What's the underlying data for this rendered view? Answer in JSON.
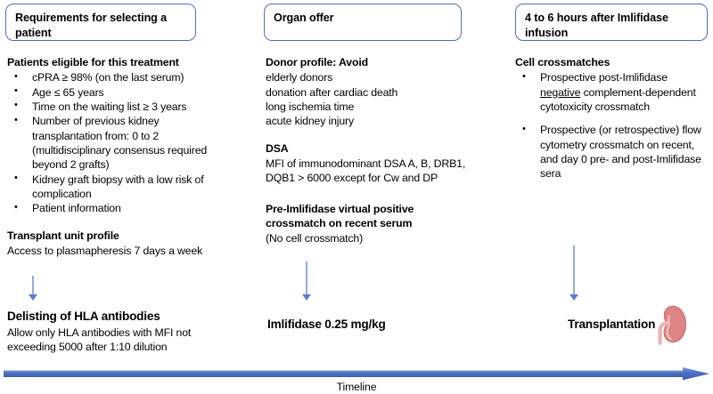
{
  "figure": {
    "title_bar_color": "#4e70b8",
    "timeline_color": "#4a6fc4",
    "arrow_color": "#5b7bd0",
    "kidney_color": "#dd8486"
  },
  "columns": [
    {
      "header": "Requirements for selecting a patient",
      "sections": [
        {
          "title": "Patients eligible for this treatment",
          "bullets": [
            "cPRA ≥ 98% (on the last serum)",
            "Age ≤ 65 years",
            "Time on the waiting list ≥ 3 years",
            "Number of previous kidney transplantation from: 0 to 2 (multidisciplinary consensus required beyond 2 grafts)",
            "Kidney graft biopsy with a low risk of complication",
            "Patient information"
          ]
        },
        {
          "title": "Transplant unit profile",
          "body": "Access to plasmapheresis 7 days a week"
        }
      ],
      "outcome": "Delisting of HLA antibodies",
      "outcome_sub": "Allow only HLA antibodies with MFI not exceeding 5000 after 1:10 dilution"
    },
    {
      "header": "Organ offer",
      "sections": [
        {
          "title": "Donor profile: Avoid",
          "body": "elderly donors\ndonation after cardiac death\nlong ischemia time\nacute kidney injury"
        },
        {
          "title": "DSA",
          "body": "MFI of immunodominant DSA A, B, DRB1, DQB1 > 6000 except for Cw and DP"
        },
        {
          "title": "Pre-Imlifidase virtual positive crossmatch on recent serum",
          "body": "(No cell crossmatch)"
        }
      ],
      "outcome": "Imlifidase 0.25 mg/kg"
    },
    {
      "header": "4 to 6 hours after Imlifidase infusion",
      "sections": [
        {
          "title": "Cell crossmatches",
          "bullets": [
            "Prospective post-Imlifidase negative complement-dependent cytotoxicity crossmatch",
            "Prospective (or retrospective) flow cytometry crossmatch on recent, and day 0 pre- and post-Imlifidase sera"
          ]
        }
      ],
      "outcome": "Transplantation"
    }
  ],
  "timeline": {
    "label": "Timeline"
  }
}
